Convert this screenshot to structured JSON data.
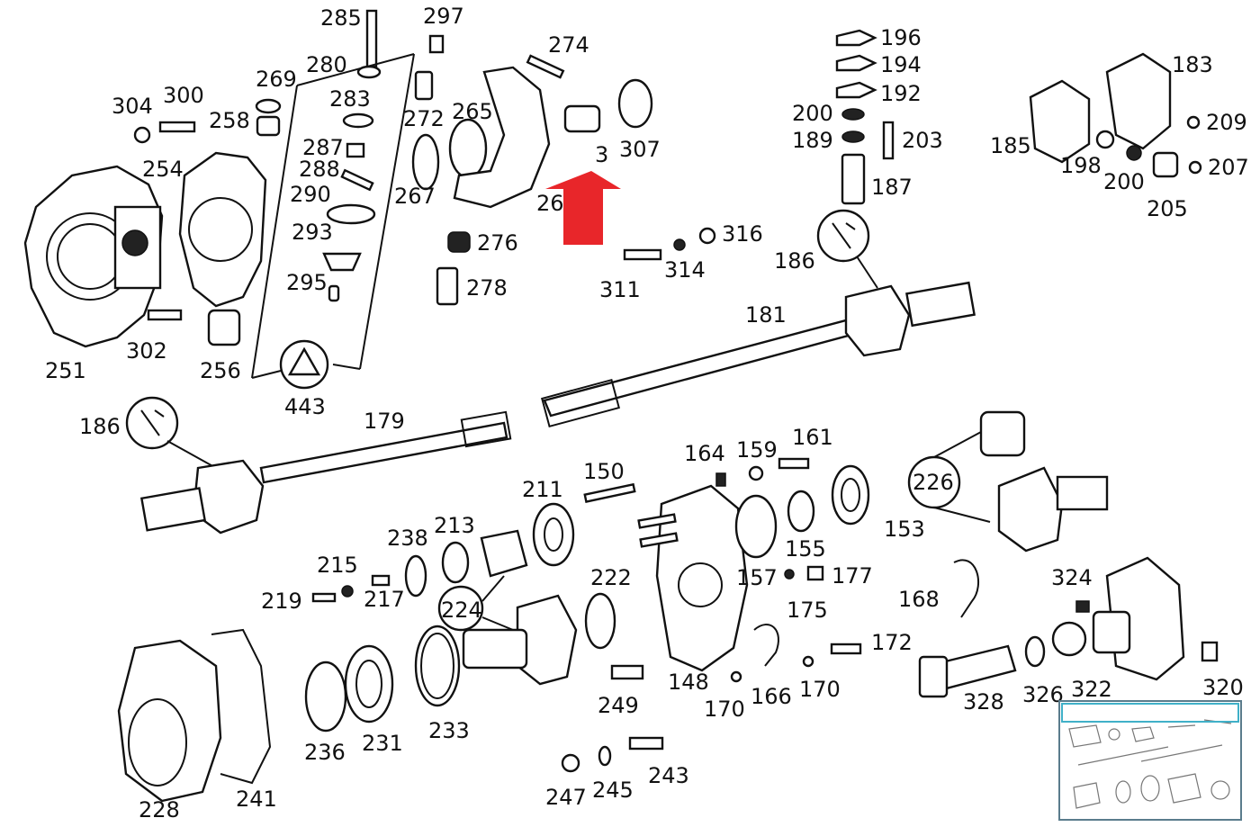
{
  "arrow": {
    "color": "#e8262a"
  },
  "colors": {
    "ink": "#111111",
    "thumbnail_frame": "#5a7c8c",
    "thumbnail_highlight": "#40b0c8"
  },
  "labels": [
    {
      "id": "p285",
      "text": "285"
    },
    {
      "id": "p297",
      "text": "297"
    },
    {
      "id": "p274",
      "text": "274"
    },
    {
      "id": "p280",
      "text": "280"
    },
    {
      "id": "p269",
      "text": "269"
    },
    {
      "id": "p304",
      "text": "304"
    },
    {
      "id": "p300",
      "text": "300"
    },
    {
      "id": "p258",
      "text": "258"
    },
    {
      "id": "p283",
      "text": "283"
    },
    {
      "id": "p272",
      "text": "272"
    },
    {
      "id": "p265",
      "text": "265"
    },
    {
      "id": "p307",
      "text": "307"
    },
    {
      "id": "p3",
      "text": "3"
    },
    {
      "id": "p287",
      "text": "287"
    },
    {
      "id": "p288",
      "text": "288"
    },
    {
      "id": "p254",
      "text": "254"
    },
    {
      "id": "p290",
      "text": "290"
    },
    {
      "id": "p267",
      "text": "267"
    },
    {
      "id": "p26",
      "text": "26"
    },
    {
      "id": "p293",
      "text": "293"
    },
    {
      "id": "p276",
      "text": "276"
    },
    {
      "id": "p295",
      "text": "295"
    },
    {
      "id": "p278",
      "text": "278"
    },
    {
      "id": "p302",
      "text": "302"
    },
    {
      "id": "p251",
      "text": "251"
    },
    {
      "id": "p256",
      "text": "256"
    },
    {
      "id": "p443",
      "text": "443"
    },
    {
      "id": "p196",
      "text": "196"
    },
    {
      "id": "p194",
      "text": "194"
    },
    {
      "id": "p192",
      "text": "192"
    },
    {
      "id": "p200a",
      "text": "200"
    },
    {
      "id": "p189",
      "text": "189"
    },
    {
      "id": "p203",
      "text": "203"
    },
    {
      "id": "p187",
      "text": "187"
    },
    {
      "id": "p183",
      "text": "183"
    },
    {
      "id": "p209",
      "text": "209"
    },
    {
      "id": "p185",
      "text": "185"
    },
    {
      "id": "p198",
      "text": "198"
    },
    {
      "id": "p200b",
      "text": "200"
    },
    {
      "id": "p207",
      "text": "207"
    },
    {
      "id": "p205",
      "text": "205"
    },
    {
      "id": "p316",
      "text": "316"
    },
    {
      "id": "p311",
      "text": "311"
    },
    {
      "id": "p314",
      "text": "314"
    },
    {
      "id": "p186a",
      "text": "186"
    },
    {
      "id": "p181",
      "text": "181"
    },
    {
      "id": "p186b",
      "text": "186"
    },
    {
      "id": "p179",
      "text": "179"
    },
    {
      "id": "p164",
      "text": "164"
    },
    {
      "id": "p159",
      "text": "159"
    },
    {
      "id": "p161",
      "text": "161"
    },
    {
      "id": "p150",
      "text": "150"
    },
    {
      "id": "p211",
      "text": "211"
    },
    {
      "id": "p226",
      "text": "226"
    },
    {
      "id": "p153",
      "text": "153"
    },
    {
      "id": "p155",
      "text": "155"
    },
    {
      "id": "p238",
      "text": "238"
    },
    {
      "id": "p213",
      "text": "213"
    },
    {
      "id": "p215",
      "text": "215"
    },
    {
      "id": "p157",
      "text": "157"
    },
    {
      "id": "p177",
      "text": "177"
    },
    {
      "id": "p222",
      "text": "222"
    },
    {
      "id": "p219",
      "text": "219"
    },
    {
      "id": "p217",
      "text": "217"
    },
    {
      "id": "p224",
      "text": "224"
    },
    {
      "id": "p168",
      "text": "168"
    },
    {
      "id": "p324",
      "text": "324"
    },
    {
      "id": "p175",
      "text": "175"
    },
    {
      "id": "p172",
      "text": "172"
    },
    {
      "id": "p148",
      "text": "148"
    },
    {
      "id": "p249",
      "text": "249"
    },
    {
      "id": "p170a",
      "text": "170"
    },
    {
      "id": "p166",
      "text": "166"
    },
    {
      "id": "p170b",
      "text": "170"
    },
    {
      "id": "p328",
      "text": "328"
    },
    {
      "id": "p326",
      "text": "326"
    },
    {
      "id": "p322",
      "text": "322"
    },
    {
      "id": "p320",
      "text": "320"
    },
    {
      "id": "p236",
      "text": "236"
    },
    {
      "id": "p231",
      "text": "231"
    },
    {
      "id": "p233",
      "text": "233"
    },
    {
      "id": "p243",
      "text": "243"
    },
    {
      "id": "p247",
      "text": "247"
    },
    {
      "id": "p245",
      "text": "245"
    },
    {
      "id": "p228",
      "text": "228"
    },
    {
      "id": "p241",
      "text": "241"
    }
  ]
}
